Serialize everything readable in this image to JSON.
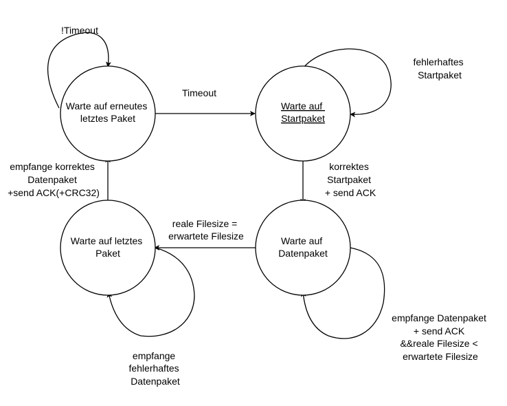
{
  "states": {
    "wait_resent_last": {
      "lines": [
        "Warte auf erneutes",
        "letztes Paket"
      ]
    },
    "wait_start": {
      "lines": [
        "Warte auf",
        "Startpaket"
      ]
    },
    "wait_data": {
      "lines": [
        "Warte auf",
        "Datenpaket"
      ]
    },
    "wait_last": {
      "lines": [
        "Warte auf letztes",
        "Paket"
      ]
    }
  },
  "transitions": {
    "not_timeout": {
      "lines": [
        "!Timeout"
      ]
    },
    "timeout": {
      "lines": [
        "Timeout"
      ]
    },
    "faulty_start": {
      "lines": [
        "fehlerhaftes",
        "Startpaket"
      ]
    },
    "correct_start": {
      "lines": [
        "korrektes",
        "Startpaket",
        "+ send ACK"
      ]
    },
    "filesize_equal": {
      "lines": [
        "reale Filesize =",
        "erwartete Filesize"
      ]
    },
    "receive_data": {
      "lines": [
        "empfange Datenpaket",
        "+ send ACK",
        "&&reale Filesize <",
        "erwartete Filesize"
      ]
    },
    "receive_correct": {
      "lines": [
        "empfange korrektes",
        "Datenpaket",
        "+send ACK(+CRC32)"
      ]
    },
    "receive_faulty": {
      "lines": [
        "empfange",
        "fehlerhaftes",
        "Datenpaket"
      ]
    }
  }
}
